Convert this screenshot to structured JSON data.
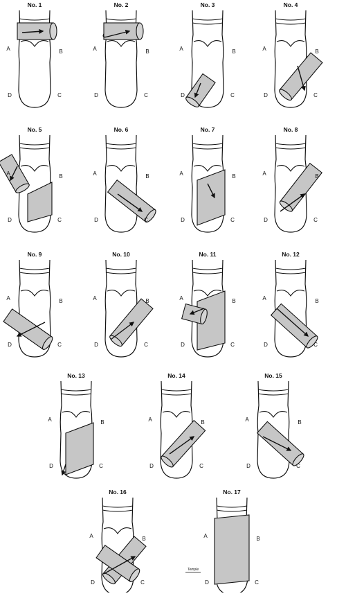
{
  "figure": {
    "panels": [
      {
        "number": "No. 1",
        "labels": {
          "a": "A",
          "b": "B",
          "c": "C",
          "d": "D"
        }
      },
      {
        "number": "No. 2",
        "labels": {
          "a": "A",
          "b": "B",
          "c": "C",
          "d": "D"
        }
      },
      {
        "number": "No. 3",
        "labels": {
          "a": "A",
          "b": "B",
          "c": "C",
          "d": "D"
        }
      },
      {
        "number": "No. 4",
        "labels": {
          "a": "A",
          "b": "B",
          "c": "C",
          "d": "D"
        }
      },
      {
        "number": "No. 5",
        "labels": {
          "a": "A",
          "b": "B",
          "c": "C",
          "d": "D"
        }
      },
      {
        "number": "No. 6",
        "labels": {
          "a": "A",
          "b": "B",
          "c": "C",
          "d": "D"
        }
      },
      {
        "number": "No. 7",
        "labels": {
          "a": "A",
          "b": "B",
          "c": "C",
          "d": "D"
        }
      },
      {
        "number": "No. 8",
        "labels": {
          "a": "A",
          "b": "B",
          "c": "C",
          "d": "D"
        }
      },
      {
        "number": "No. 9",
        "labels": {
          "a": "A",
          "b": "B",
          "c": "C",
          "d": "D"
        }
      },
      {
        "number": "No. 10",
        "labels": {
          "a": "A",
          "b": "B",
          "c": "C",
          "d": "D"
        }
      },
      {
        "number": "No. 11",
        "labels": {
          "a": "A",
          "b": "B",
          "c": "C",
          "d": "D"
        }
      },
      {
        "number": "No. 12",
        "labels": {
          "a": "A",
          "b": "B",
          "c": "C",
          "d": "D"
        }
      },
      {
        "number": "No. 13",
        "labels": {
          "a": "A",
          "b": "B",
          "c": "C",
          "d": "D"
        }
      },
      {
        "number": "No. 14",
        "labels": {
          "a": "A",
          "b": "B",
          "c": "C",
          "d": "D"
        }
      },
      {
        "number": "No. 15",
        "labels": {
          "a": "A",
          "b": "B",
          "c": "C",
          "d": "D"
        }
      },
      {
        "number": "No. 16",
        "labels": {
          "a": "A",
          "b": "B",
          "c": "C",
          "d": "D"
        }
      },
      {
        "number": "No. 17",
        "labels": {
          "a": "A",
          "b": "B",
          "c": "C",
          "d": "D"
        }
      }
    ],
    "signature": "Temple"
  },
  "colors": {
    "ink": "#111111",
    "bandage": "#c6c6c6",
    "background": "#ffffff"
  }
}
